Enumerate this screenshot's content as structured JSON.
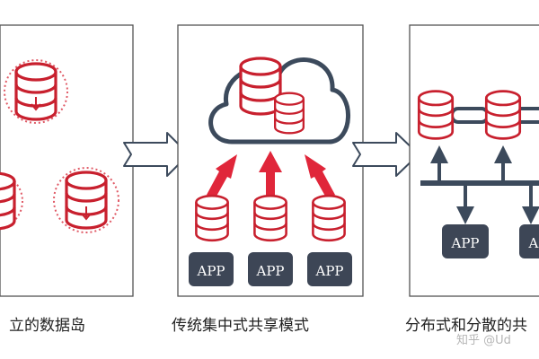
{
  "panels": {
    "left": {
      "caption": "立的数据岛"
    },
    "middle": {
      "caption": "传统集中式共享模式",
      "app_labels": [
        "APP",
        "APP",
        "APP"
      ]
    },
    "right": {
      "caption": "分布式和分散的共",
      "app_labels": [
        "APP",
        "APP"
      ]
    }
  },
  "watermark": "知乎 @Ud",
  "colors": {
    "accent_red": "#e0263a",
    "db_red": "#c8202e",
    "dark_slate": "#3c4a5c",
    "app_box": "#3d4656",
    "frame": "#555555",
    "dashed_ring": "#e05a66"
  },
  "icons": [
    "database-icon",
    "cloud-icon",
    "right-arrow-icon",
    "app-box-icon"
  ]
}
